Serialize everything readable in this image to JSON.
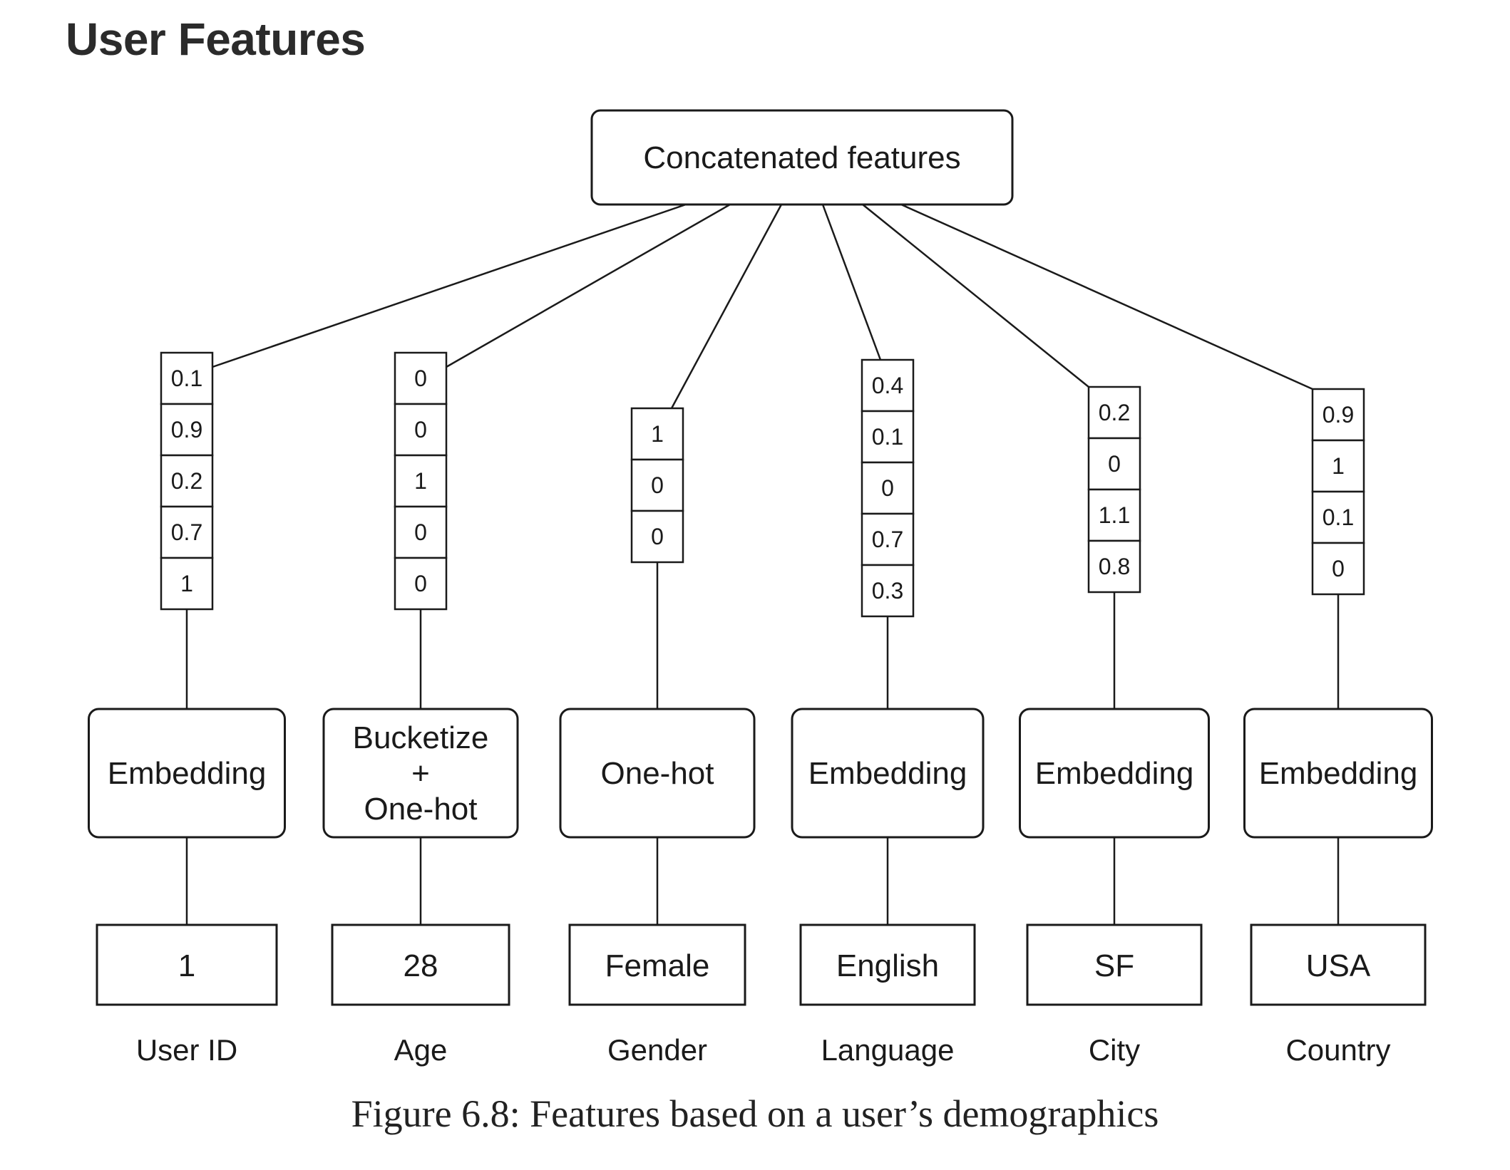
{
  "page": {
    "title": "User Features"
  },
  "diagram": {
    "root": "Concatenated features",
    "columns": [
      {
        "name": "user-id",
        "vector": [
          "0.1",
          "0.9",
          "0.2",
          "0.7",
          "1"
        ],
        "transform": [
          "Embedding"
        ],
        "input": "1",
        "label": "User ID"
      },
      {
        "name": "age",
        "vector": [
          "0",
          "0",
          "1",
          "0",
          "0"
        ],
        "transform": [
          "Bucketize",
          "+",
          "One-hot"
        ],
        "input": "28",
        "label": "Age"
      },
      {
        "name": "gender",
        "vector": [
          "1",
          "0",
          "0"
        ],
        "transform": [
          "One-hot"
        ],
        "input": "Female",
        "label": "Gender"
      },
      {
        "name": "language",
        "vector": [
          "0.4",
          "0.1",
          "0",
          "0.7",
          "0.3"
        ],
        "transform": [
          "Embedding"
        ],
        "input": "English",
        "label": "Language"
      },
      {
        "name": "city",
        "vector": [
          "0.2",
          "0",
          "1.1",
          "0.8"
        ],
        "transform": [
          "Embedding"
        ],
        "input": "SF",
        "label": "City"
      },
      {
        "name": "country",
        "vector": [
          "0.9",
          "1",
          "0.1",
          "0"
        ],
        "transform": [
          "Embedding"
        ],
        "input": "USA",
        "label": "Country"
      }
    ]
  },
  "caption": "Figure 6.8: Features based on a user’s demographics"
}
